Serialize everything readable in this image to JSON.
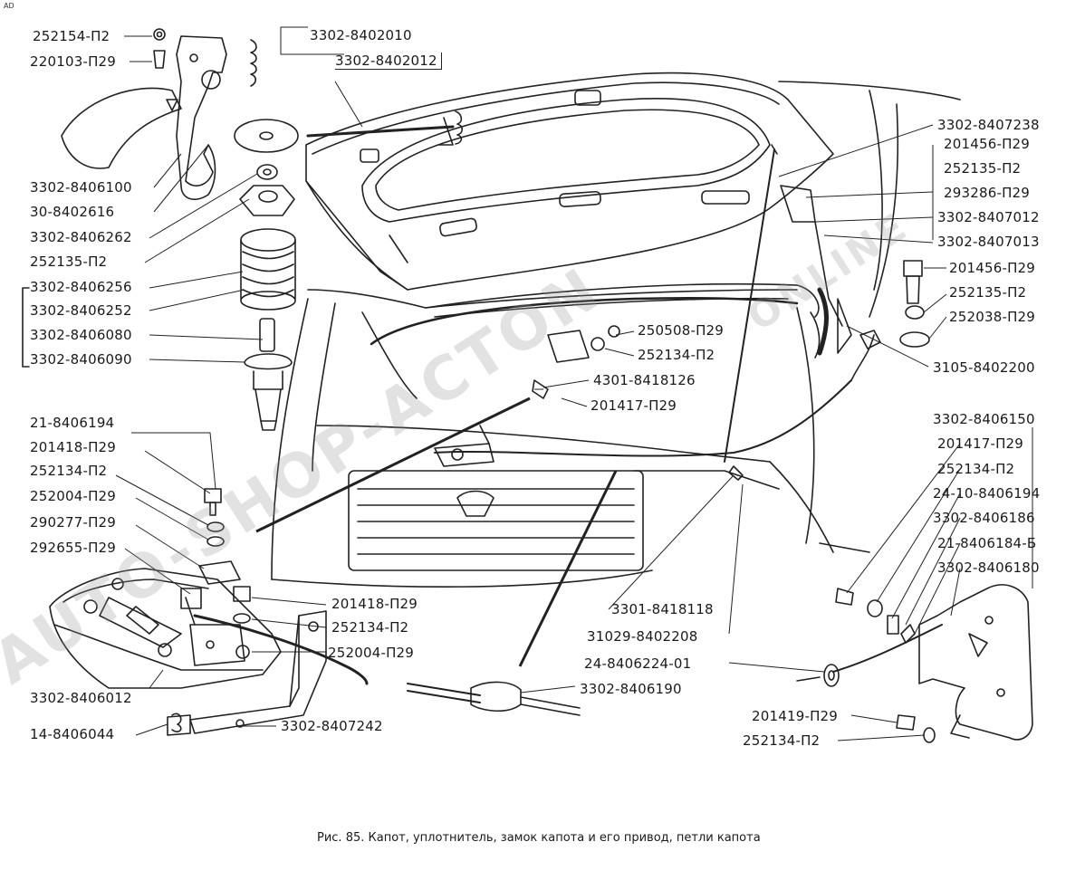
{
  "corner_mark": "AD",
  "caption": "Рис. 85. Капот,  уплотнитель, замок капота и его привод, петли капота",
  "watermarks": {
    "main": "AUTO-SHOP-ACTON",
    "secondary": "ONLINE"
  },
  "labels": {
    "l01": "252154-П2",
    "l02": "220103-П29",
    "l03": "3302-8402010",
    "l04": "3302-8402012",
    "l05": "3302-8406100",
    "l06": "30-8402616",
    "l07": "3302-8406262",
    "l08": "252135-П2",
    "l09": "3302-8406256",
    "l10": "3302-8406252",
    "l11": "3302-8406080",
    "l12": "3302-8406090",
    "l13": "3302-8407238",
    "l14": "201456-П29",
    "l15": "252135-П2",
    "l16": "293286-П29",
    "l17": "3302-8407012",
    "l18": "3302-8407013",
    "l19": "201456-П29",
    "l20": "252135-П2",
    "l21": "252038-П29",
    "l22": "3105-8402200",
    "l23": "250508-П29",
    "l24": "252134-П2",
    "l25": "4301-8418126",
    "l26": "201417-П29",
    "l27": "21-8406194",
    "l28": "201418-П29",
    "l29": "252134-П2",
    "l30": "252004-П29",
    "l31": "290277-П29",
    "l32": "292655-П29",
    "l33": "201418-П29",
    "l34": "252134-П2",
    "l35": "252004-П29",
    "l36": "3302-8406012",
    "l37": "14-8406044",
    "l38": "3302-8407242",
    "l39": "3301-8418118",
    "l40": "31029-8402208",
    "l41": "24-8406224-01",
    "l42": "3302-8406190",
    "l43": "3302-8406150",
    "l44": "201417-П29",
    "l45": "252134-П2",
    "l46": "24-10-8406194",
    "l47": "3302-8406186",
    "l48": "21-8406184-Б",
    "l49": "3302-8406180",
    "l50": "201419-П29",
    "l51": "252134-П2"
  }
}
